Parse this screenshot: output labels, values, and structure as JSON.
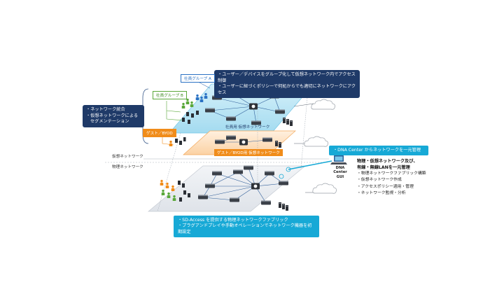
{
  "left_box": {
    "items": [
      "ネットワーク統合",
      "仮想ネットワークによる",
      "セグメンテーション"
    ]
  },
  "top_box": {
    "items": [
      "ユーザー／デバイスをグループ化して仮想ネットワーク内でアクセス制御",
      "ユーザーに紐づくポリシーで何処からでも適切にネットワークにアクセス"
    ]
  },
  "groups": {
    "group_a": "社員グループ A",
    "group_b": "社員グループ B",
    "guest": "ゲスト／BYOD"
  },
  "planes": {
    "employee_vn": "社員用 仮想ネットワーク",
    "guest_vn": "ゲスト／BYOD用 仮想ネットワーク"
  },
  "layer_labels": {
    "virtual": "仮想ネットワーク",
    "physical": "物理ネットワーク"
  },
  "dna_box": {
    "text": "・DNA Center からネットワークを一元管理"
  },
  "dna_gui": {
    "line1": "DNA Center",
    "line2": "GUI"
  },
  "right_info": {
    "heading1": "物理・仮想ネットワーク及び、",
    "heading2": "有線・無線LANを一元管理",
    "items": [
      "・物理ネットワークファブリック構築",
      "・仮想ネットワーク作成",
      "・アクセスポリシー適用・管理",
      "・ネットワーク監視・分析"
    ]
  },
  "bottom_box": {
    "items": [
      "・SD-Access を提供する物理ネットワークファブリック",
      "・プラグアンドプレイや手動オペレーションでネットワーク機器を初期設定"
    ]
  },
  "colors": {
    "navy": "#1f3a68",
    "cyan": "#17a9d6",
    "employee_plane": "#bfe8f6",
    "guest_plane": "#fde0bf",
    "physical_plane": "#e7eaef",
    "group_a": "#2b72c4",
    "group_b": "#5aa83a",
    "guest": "#f08c1a"
  }
}
